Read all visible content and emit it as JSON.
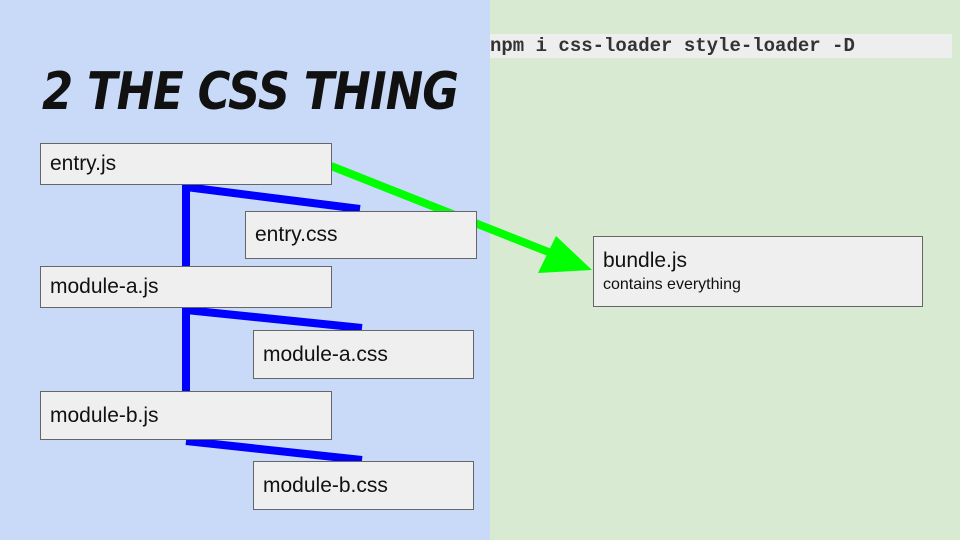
{
  "slide": {
    "command": "npm i css-loader style-loader -D",
    "title": "2 THE CSS THING"
  },
  "nodes": {
    "entry_js": "entry.js",
    "entry_css": "entry.css",
    "module_a_js": "module-a.js",
    "module_a_css": "module-a.css",
    "module_b_js": "module-b.js",
    "module_b_css": "module-b.css",
    "bundle": {
      "label": "bundle.js",
      "sub": "contains everything"
    }
  },
  "colors": {
    "left_background": "#c9daf8",
    "right_background": "#d9ead3",
    "dependency_line": "#0000ff",
    "output_arrow": "#00ff00"
  }
}
